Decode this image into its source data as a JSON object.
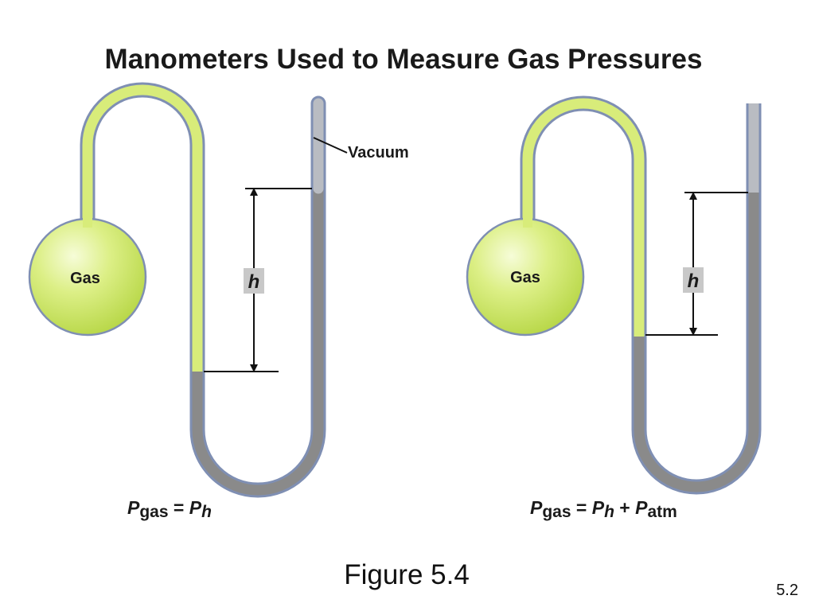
{
  "title": "Manometers Used to Measure Gas Pressures",
  "left": {
    "gas_label": "Gas",
    "vacuum_label": "Vacuum",
    "height_label": "h",
    "equation": {
      "lhs_p": "P",
      "lhs_sub": "gas",
      "eq": " = ",
      "rhs_p": "P",
      "rhs_sub": "h"
    }
  },
  "right": {
    "gas_label": "Gas",
    "height_label": "h",
    "equation": {
      "lhs_p": "P",
      "lhs_sub": "gas",
      "eq": " = ",
      "rhs1_p": "P",
      "rhs1_sub": "h",
      "plus": " + ",
      "rhs2_p": "P",
      "rhs2_sub": "atm"
    }
  },
  "caption": "Figure 5.4",
  "slide_number": "5.2",
  "colors": {
    "gas": "#d8ec7a",
    "mercury": "#8a8a8a",
    "vacuum": "#b9bcc2",
    "tube_outline": "#7f8fb3",
    "label_box": "#c8c8c8"
  }
}
